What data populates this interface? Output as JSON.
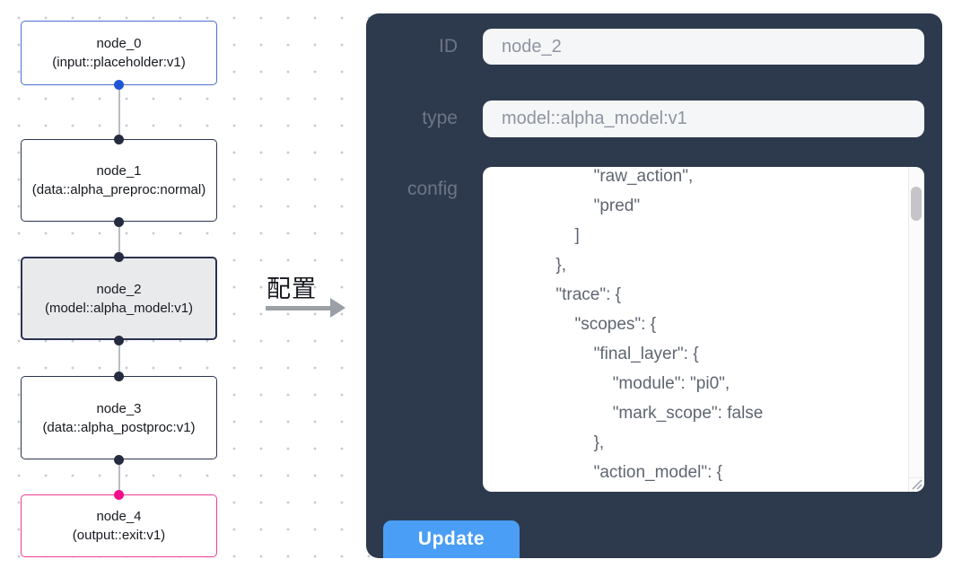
{
  "flow": {
    "nodes": [
      {
        "name": "node_0",
        "type": "(input::placeholder:v1)",
        "variant": "input",
        "border_color": "#4b70cb"
      },
      {
        "name": "node_1",
        "type": "(data::alpha_preproc:normal)",
        "variant": "default",
        "border_color": "#2b3350"
      },
      {
        "name": "node_2",
        "type": "(model::alpha_model:v1)",
        "variant": "selected",
        "border_color": "#2b3350",
        "fill_color": "#e9eaec"
      },
      {
        "name": "node_3",
        "type": "(data::alpha_postproc:v1)",
        "variant": "default",
        "border_color": "#2b3350"
      },
      {
        "name": "node_4",
        "type": "(output::exit:v1)",
        "variant": "output",
        "border_color": "#ee3d95"
      }
    ],
    "port_colors": {
      "input": "#1e56d6",
      "default": "#262c3f",
      "output": "#f20f8b"
    },
    "edge_color": "#b7bcc4"
  },
  "transition": {
    "label": "配置",
    "arrow_color": "#9aa0a6"
  },
  "panel": {
    "bg_color": "#2d3a4d",
    "fields": [
      {
        "label": "ID",
        "value": "node_2"
      },
      {
        "label": "type",
        "value": "model::alpha_model:v1"
      }
    ],
    "config_label": "config",
    "config_lines": [
      "                    \"raw_action\",",
      "                    \"pred\"",
      "                ]",
      "            },",
      "            \"trace\": {",
      "                \"scopes\": {",
      "                    \"final_layer\": {",
      "                        \"module\": \"pi0\",",
      "                        \"mark_scope\": false",
      "                    },",
      "                    \"action_model\": {"
    ],
    "update_label": "Update",
    "button_color": "#4a9ef5"
  }
}
